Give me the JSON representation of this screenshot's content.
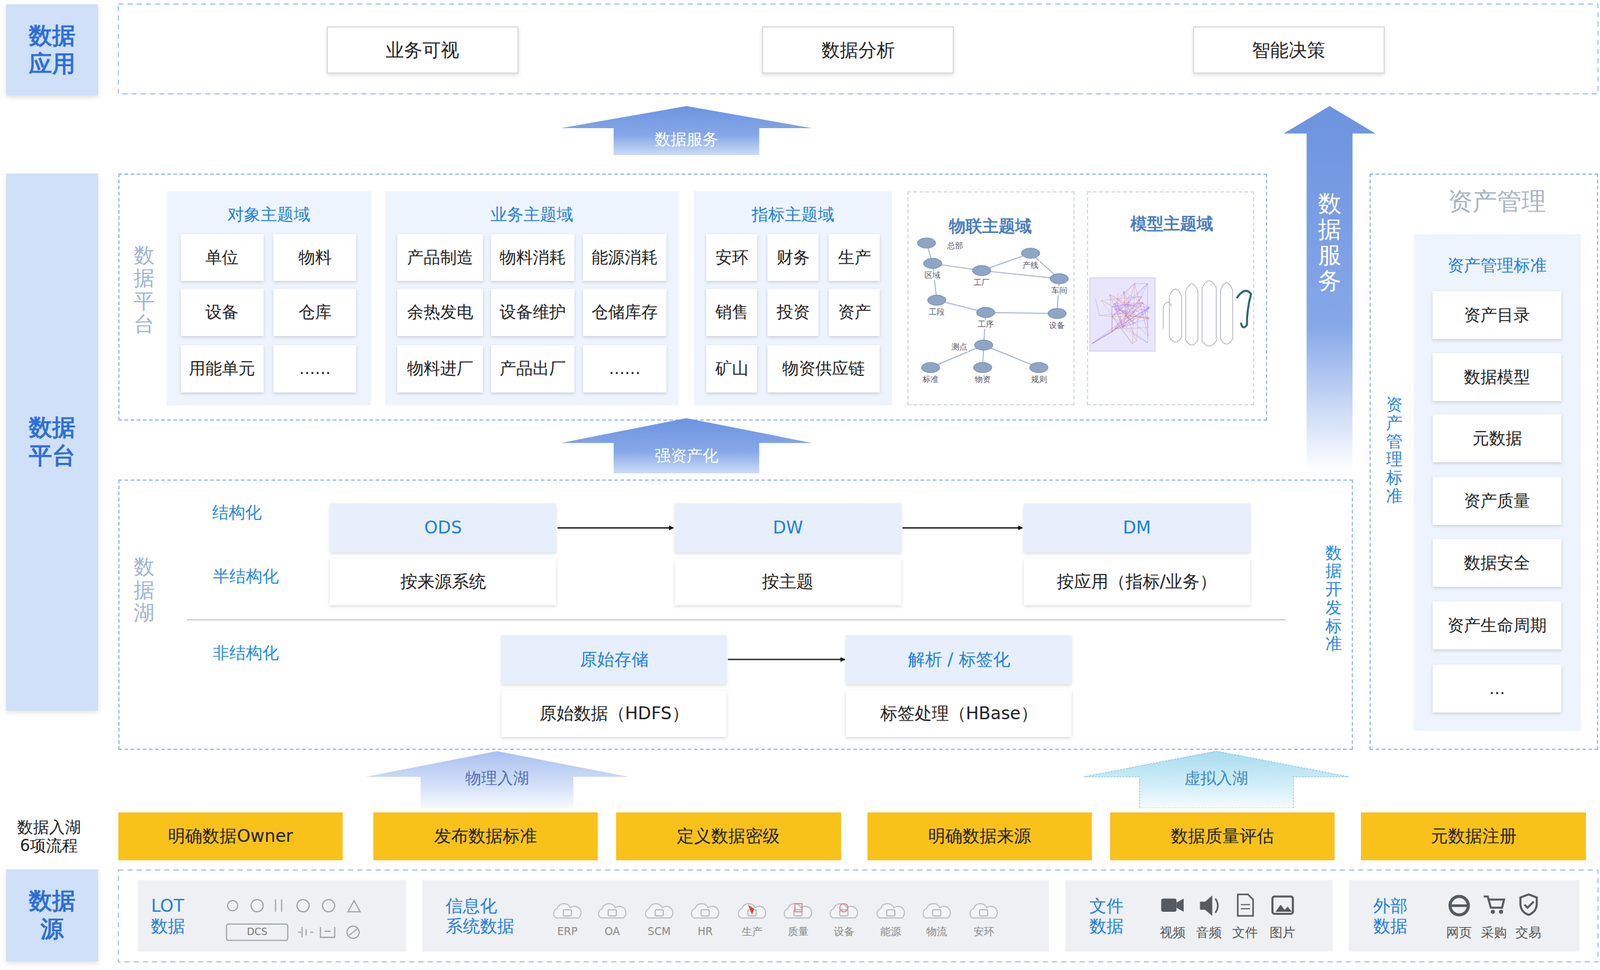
{
  "diagram": {
    "nodes": [
      {
        "text": [
          "数据应用"
        ]
      },
      {
        "text": [
          "业务可视"
        ]
      },
      {
        "text": [
          "数据分析"
        ]
      },
      {
        "text": [
          "智能决策"
        ]
      },
      {
        "text": [
          "数据服务"
        ]
      },
      {
        "text": [
          "数据平台"
        ]
      },
      {
        "text": [
          "数据平台"
        ]
      },
      {
        "text": [
          "对象主题域"
        ],
        "in": 6
      },
      {
        "text": [
          "单位"
        ],
        "in": 7
      },
      {
        "text": [
          "物料"
        ],
        "in": 7
      },
      {
        "text": [
          "设备"
        ],
        "in": 7
      },
      {
        "text": [
          "仓库"
        ],
        "in": 7
      },
      {
        "text": [
          "用能单元"
        ],
        "in": 7
      },
      {
        "text": [
          "......"
        ],
        "in": 7
      },
      {
        "text": [
          "业务主题域"
        ],
        "in": 6
      },
      {
        "text": [
          "产品制造"
        ],
        "in": 14
      },
      {
        "text": [
          "物料消耗"
        ],
        "in": 14
      },
      {
        "text": [
          "能源消耗"
        ],
        "in": 14
      },
      {
        "text": [
          "余热发电"
        ],
        "in": 14
      },
      {
        "text": [
          "设备维护"
        ],
        "in": 14
      },
      {
        "text": [
          "仓储库存"
        ],
        "in": 14
      },
      {
        "text": [
          "物料进厂"
        ],
        "in": 14
      },
      {
        "text": [
          "产品出厂"
        ],
        "in": 14
      },
      {
        "text": [
          "......"
        ],
        "in": 14
      },
      {
        "text": [
          "指标主题域"
        ],
        "in": 6
      },
      {
        "text": [
          "安环"
        ],
        "in": 24
      },
      {
        "text": [
          "财务"
        ],
        "in": 24
      },
      {
        "text": [
          "生产"
        ],
        "in": 24
      },
      {
        "text": [
          "销售"
        ],
        "in": 24
      },
      {
        "text": [
          "投资"
        ],
        "in": 24
      },
      {
        "text": [
          "资产"
        ],
        "in": 24
      },
      {
        "text": [
          "矿山"
        ],
        "in": 24
      },
      {
        "text": [
          "物资供应链"
        ],
        "in": 24
      },
      {
        "text": [
          "物联主题域"
        ],
        "in": 6
      },
      {
        "text": [
          "模型主题域"
        ],
        "in": 6
      },
      {
        "text": [
          "强资产化"
        ]
      },
      {
        "text": [
          "数据服务"
        ]
      },
      {
        "text": [
          "资产管理",
          "资产管理标准"
        ]
      },
      {
        "text": [
          "资产管理标准"
        ],
        "in": 37
      },
      {
        "text": [
          "资产目录"
        ],
        "in": 38
      },
      {
        "text": [
          "数据模型"
        ],
        "in": 38
      },
      {
        "text": [
          "元数据"
        ],
        "in": 38
      },
      {
        "text": [
          "资产质量"
        ],
        "in": 38
      },
      {
        "text": [
          "数据安全"
        ],
        "in": 38
      },
      {
        "text": [
          "资产生命周期"
        ],
        "in": 38
      },
      {
        "text": [
          "..."
        ],
        "in": 38
      },
      {
        "text": [
          "数据湖",
          "数据开发标准"
        ]
      },
      {
        "text": [
          "ODS"
        ],
        "in": 46
      },
      {
        "text": [
          "按来源系统"
        ],
        "in": 46
      },
      {
        "text": [
          "DW"
        ],
        "in": 46
      },
      {
        "text": [
          "按主题"
        ],
        "in": 46
      },
      {
        "text": [
          "DM"
        ],
        "in": 46
      },
      {
        "text": [
          "按应用（指标/业务）"
        ],
        "in": 46
      },
      {
        "text": [
          "原始存储"
        ],
        "in": 46
      },
      {
        "text": [
          "原始数据（HDFS）"
        ],
        "in": 46
      },
      {
        "text": [
          "解析 / 标签化"
        ],
        "in": 46
      },
      {
        "text": [
          "标签处理（HBase）"
        ],
        "in": 46
      },
      {
        "text": [
          "物理入湖"
        ]
      },
      {
        "text": [
          "虚拟入湖"
        ]
      },
      {
        "text": [
          "明确数据Owner"
        ]
      },
      {
        "text": [
          "发布数据标准"
        ]
      },
      {
        "text": [
          "定义数据密级"
        ]
      },
      {
        "text": [
          "明确数据来源"
        ]
      },
      {
        "text": [
          "数据质量评估"
        ]
      },
      {
        "text": [
          "元数据注册"
        ]
      },
      {
        "text": [
          "数据源"
        ]
      },
      {
        "text": [
          "LOT 数据"
        ]
      },
      {
        "text": [
          "信息化 系统数据"
        ]
      },
      {
        "text": [
          "文件 数据"
        ]
      },
      {
        "text": [
          "外部 数据"
        ]
      }
    ],
    "edges": [
      {
        "from": 47,
        "to": 49,
        "arrow": "to"
      },
      {
        "from": 49,
        "to": 51,
        "arrow": "to"
      },
      {
        "from": 53,
        "to": 55,
        "arrow": "to"
      }
    ],
    "labels": [
      "结构化",
      "半结构化",
      "非结构化",
      "数据入湖 6项流程",
      "总部",
      "区域",
      "工厂",
      "产线",
      "车间",
      "工段",
      "工序",
      "设备",
      "测点",
      "标准",
      "物资",
      "规则",
      "DCS",
      "ERP",
      "OA",
      "SCM",
      "HR",
      "生产",
      "质量",
      "设备",
      "能源",
      "物流",
      "安环",
      "视频",
      "音频",
      "文件",
      "图片",
      "网页",
      "采购",
      "交易"
    ]
  }
}
